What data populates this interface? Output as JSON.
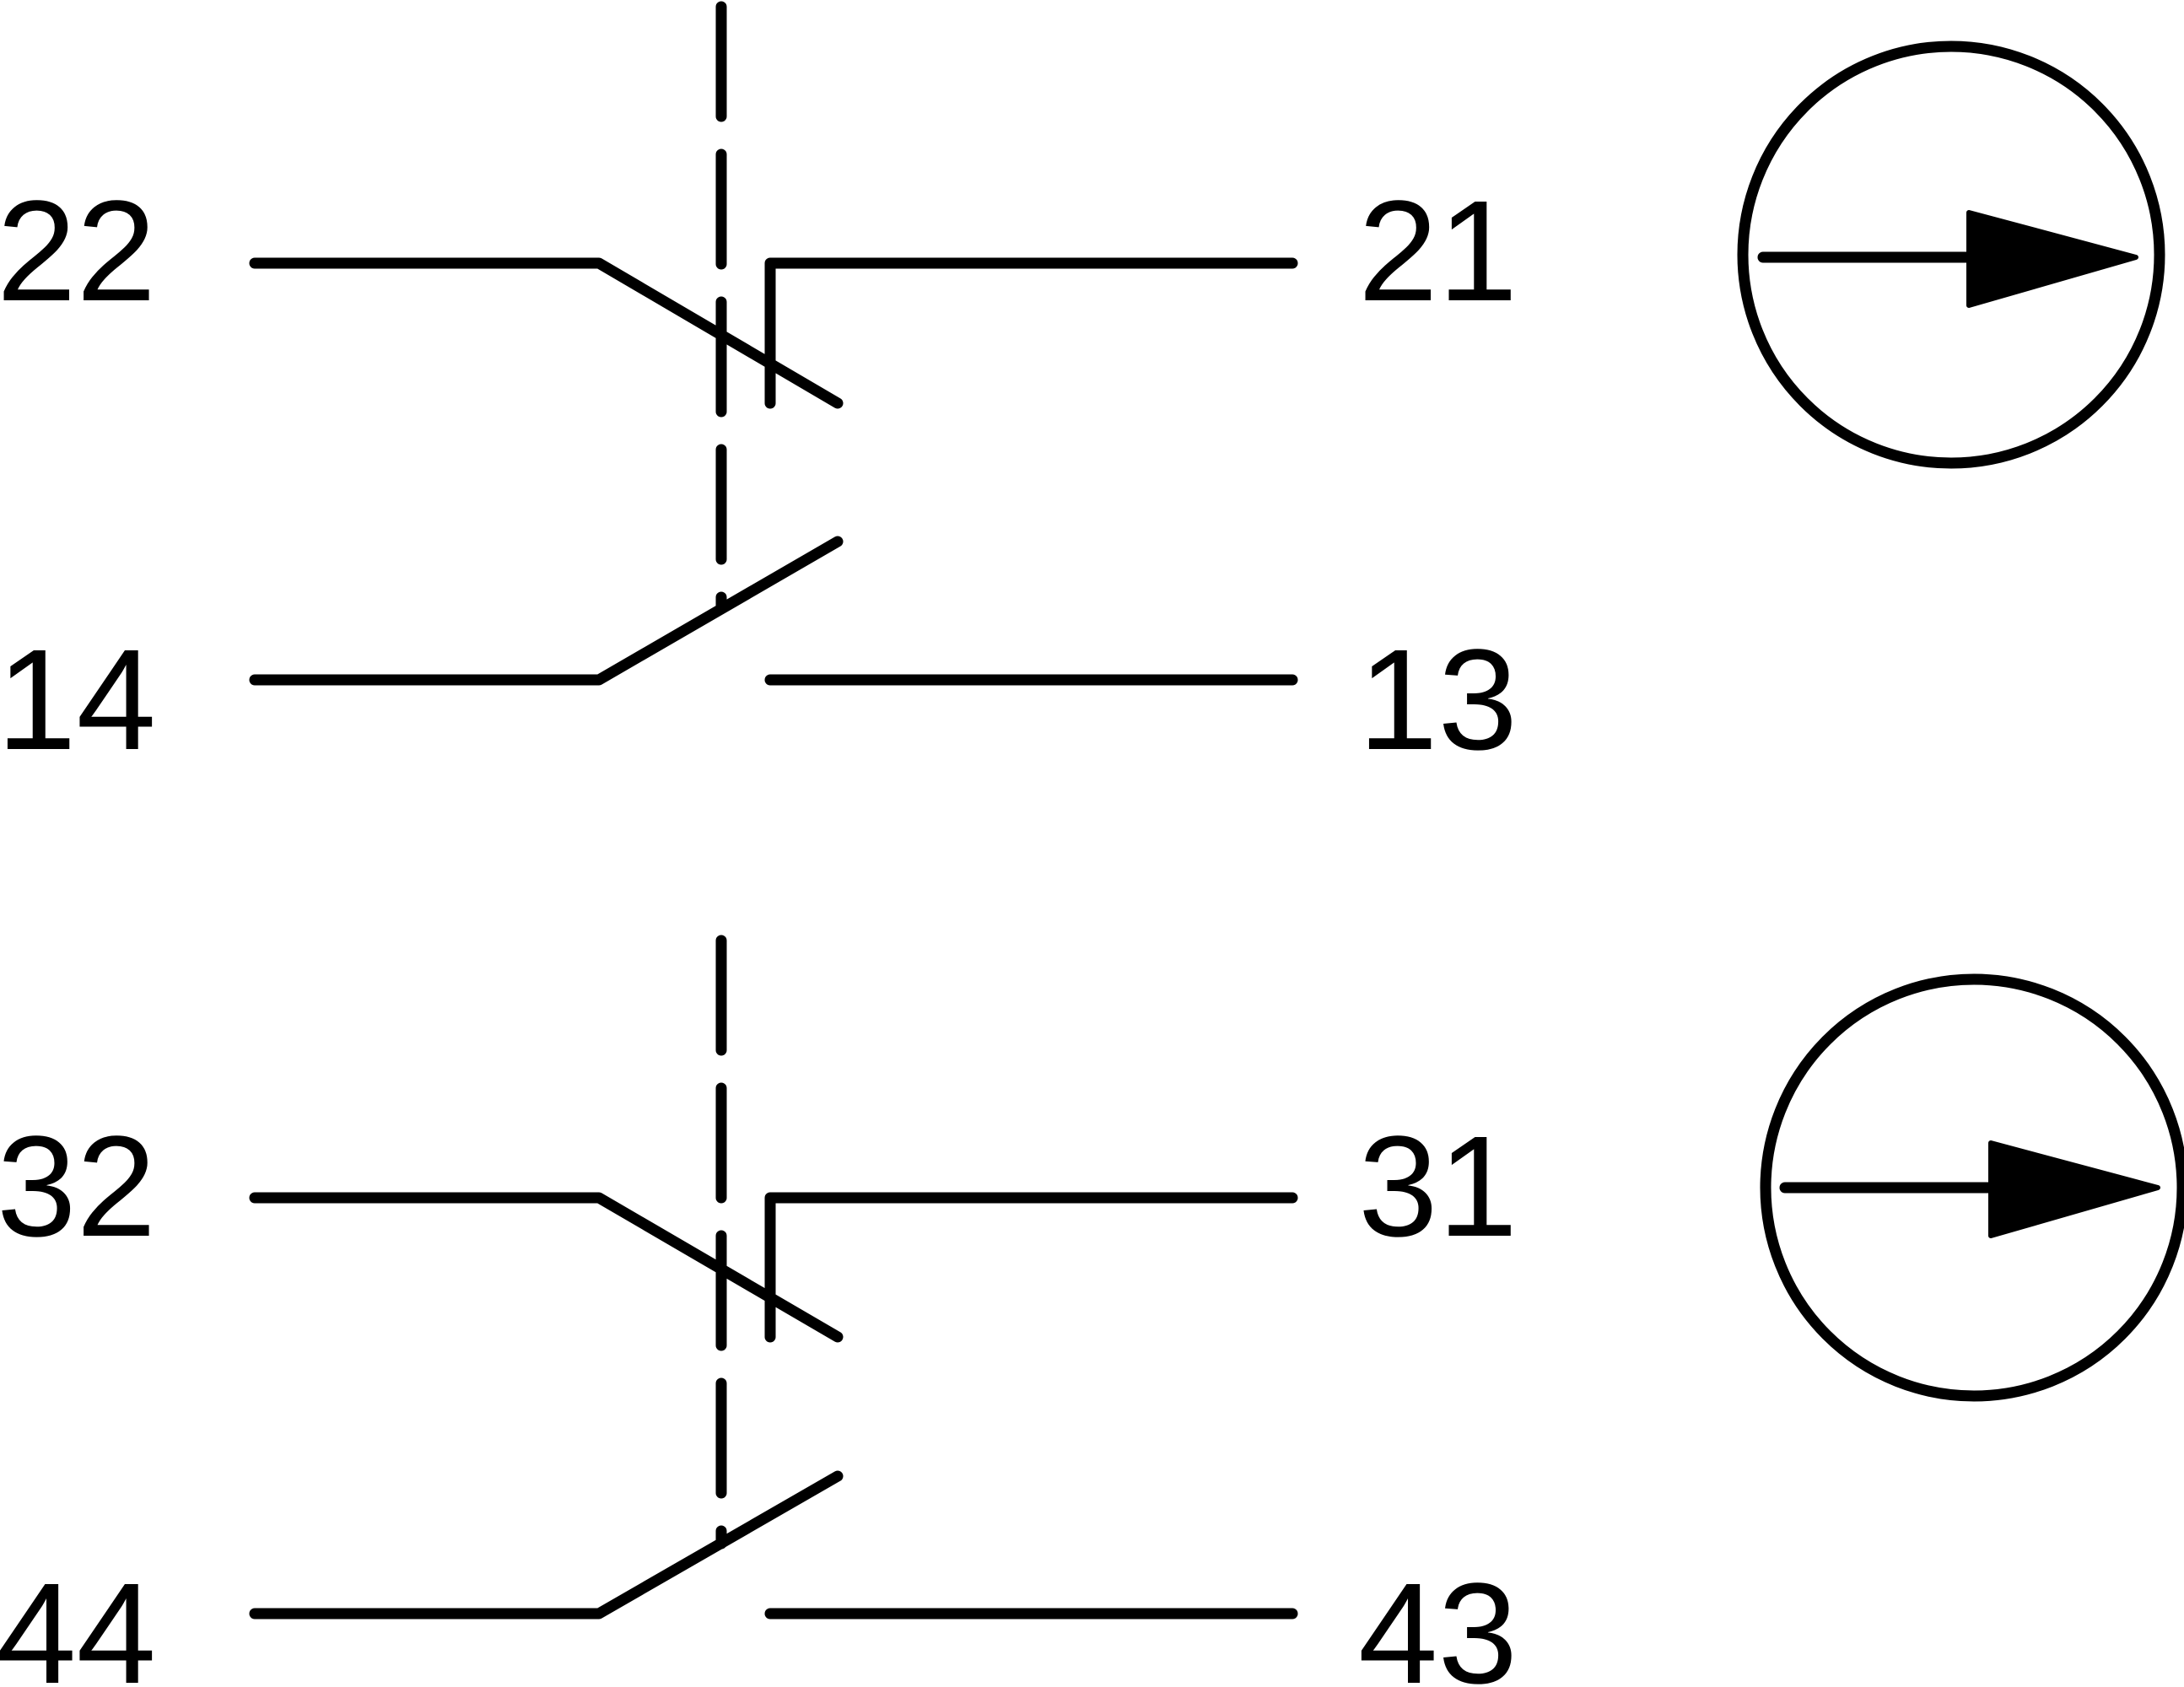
{
  "diagram": {
    "type": "contact-block-schematic",
    "line_color": "#000000",
    "background": "#ffffff",
    "blocks": [
      {
        "nc_contact": {
          "left_terminal": "22",
          "right_terminal": "21"
        },
        "no_contact": {
          "left_terminal": "14",
          "right_terminal": "13"
        },
        "actuator_symbol": "circle-with-right-arrow-icon"
      },
      {
        "nc_contact": {
          "left_terminal": "32",
          "right_terminal": "31"
        },
        "no_contact": {
          "left_terminal": "44",
          "right_terminal": "43"
        },
        "actuator_symbol": "circle-with-right-arrow-icon"
      }
    ]
  }
}
